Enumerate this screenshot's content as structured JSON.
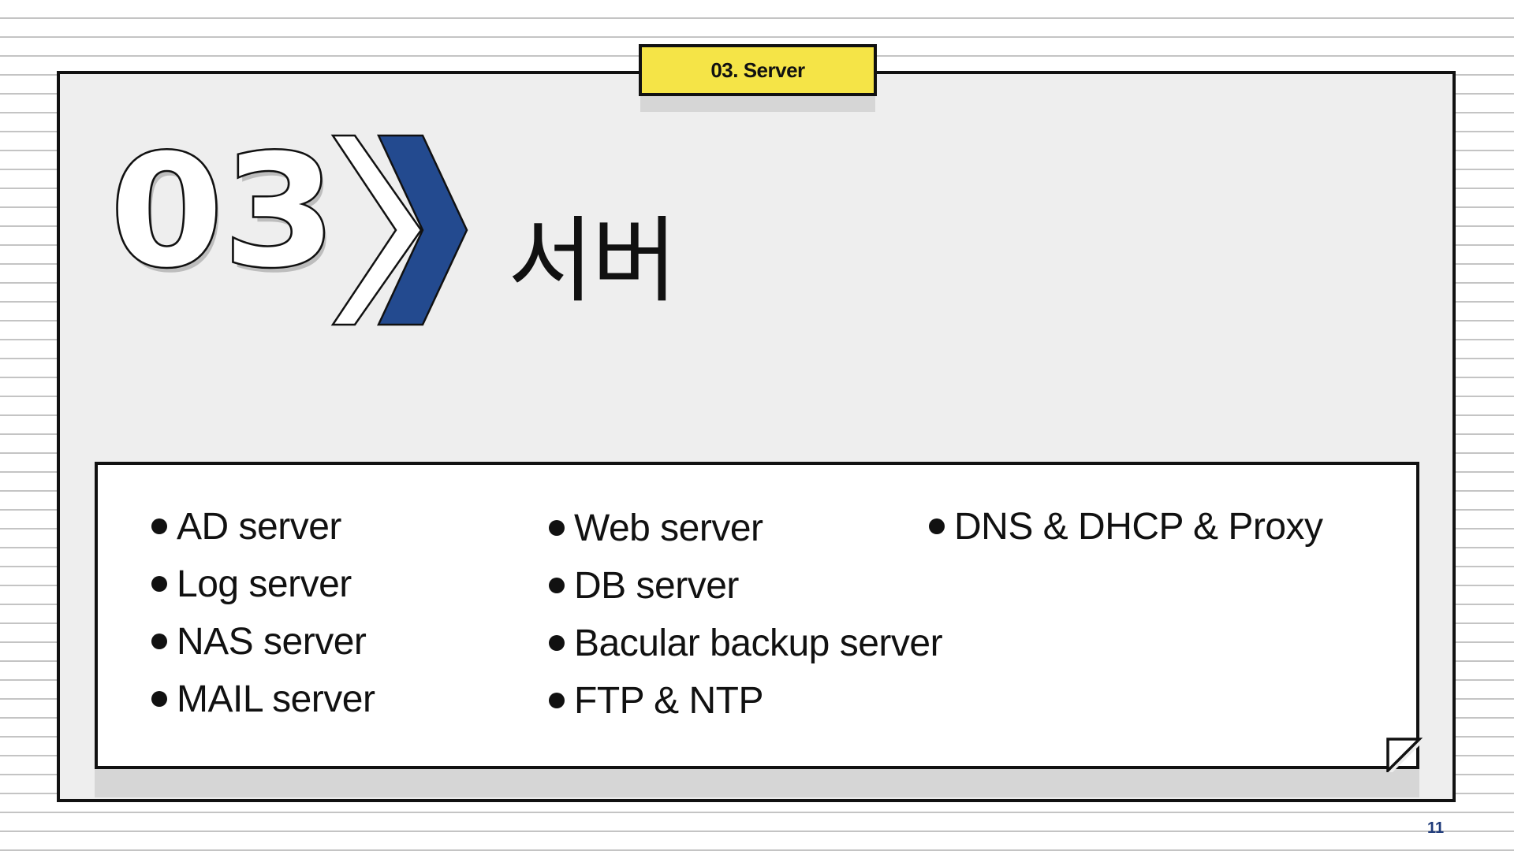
{
  "slide": {
    "tab_label": "03. Server",
    "section_number": "03",
    "section_title": "서버",
    "page_number": "11"
  },
  "items": {
    "column_1": [
      "AD server",
      "Log server",
      "NAS server",
      "MAIL server"
    ],
    "column_2": [
      "Web server",
      "DB server",
      "Bacular backup server",
      "FTP & NTP"
    ],
    "column_3": [
      "DNS & DHCP & Proxy"
    ]
  },
  "icons": {
    "chevron": "double-chevron-right-icon",
    "fold": "page-fold-corner-icon",
    "bullet": "bullet-dot-icon"
  },
  "colors": {
    "tab_yellow": "#f5e447",
    "chevron_blue": "#234a8f",
    "page_number": "#1f3b7a",
    "panel_gray": "#eeeeee"
  }
}
